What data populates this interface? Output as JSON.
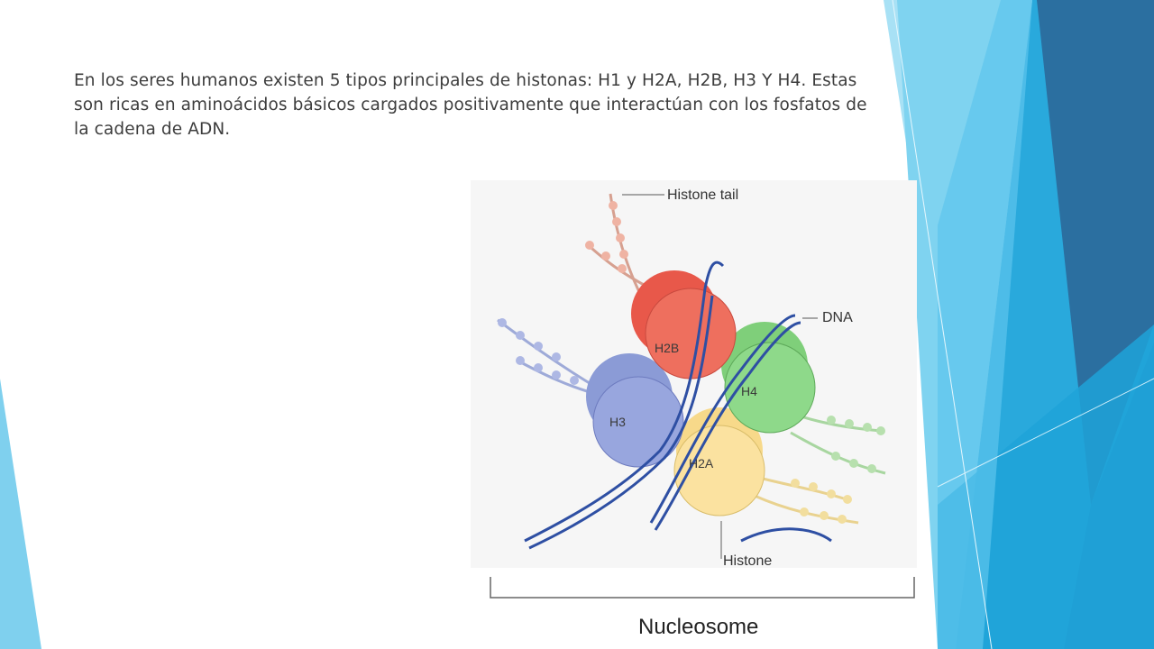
{
  "slide": {
    "body_text": "En los seres humanos existen 5 tipos principales de histonas: H1 y H2A, H2B, H3 Y H4. Estas son ricas en aminoácidos básicos cargados positivamente que interactúan con los fosfatos de la cadena de ADN."
  },
  "figure": {
    "callouts": {
      "histone_tail": "Histone tail",
      "dna": "DNA",
      "histone": "Histone"
    },
    "histones": {
      "h2b": "H2B",
      "h4": "H4",
      "h3": "H3",
      "h2a": "H2A"
    },
    "caption": "Nucleosome"
  },
  "colors": {
    "h2b": "#e8584a",
    "h4": "#7fcf7a",
    "h3": "#8b9bd6",
    "h2a": "#f7d98a",
    "dna": "#2e4fa3",
    "accent_light": "#8fd3ef",
    "accent_mid": "#2aa8dc",
    "accent_dark": "#2b6fa0"
  }
}
